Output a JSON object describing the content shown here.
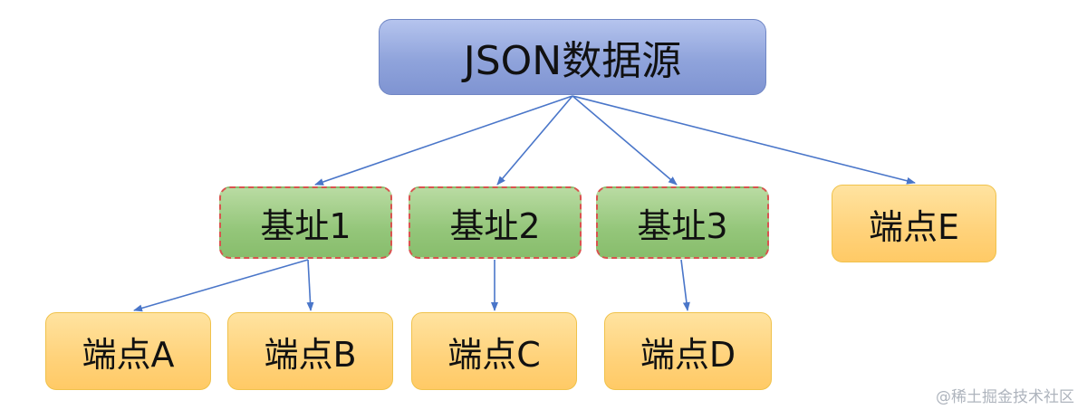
{
  "root": {
    "label": "JSON数据源"
  },
  "bases": [
    {
      "label": "基址1"
    },
    {
      "label": "基址2"
    },
    {
      "label": "基址3"
    }
  ],
  "endpoints": {
    "a": "端点A",
    "b": "端点B",
    "c": "端点C",
    "d": "端点D",
    "e": "端点E"
  },
  "watermark": "@稀土掘金技术社区",
  "colors": {
    "connector": "#4a76c9",
    "root_fill": "#8fa3db",
    "base_fill": "#94c67a",
    "base_border": "#d9534f",
    "endpoint_fill": "#ffd27a",
    "endpoint_border": "#f0c24b"
  }
}
